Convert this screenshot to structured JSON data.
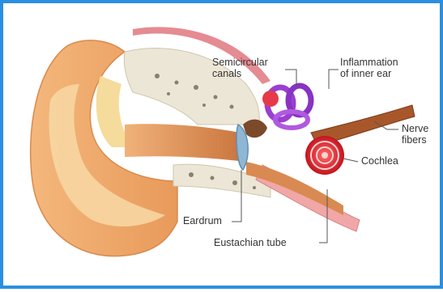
{
  "labels": {
    "semicircular_canals_line1": "Semicircular",
    "semicircular_canals_line2": "canals",
    "inflammation_line1": "Inflammation",
    "inflammation_line2": "of inner ear",
    "nerve_line1": "Nerve",
    "nerve_line2": "fibers",
    "cochlea": "Cochlea",
    "eardrum": "Eardrum",
    "eustachian_tube": "Eustachian tube"
  },
  "colors": {
    "frame_border": "#2a8fe0",
    "skin": "#f2b176",
    "cartilage": "#f6e0a0",
    "bone": "#ece6d6",
    "canal": "#e09a62",
    "cochlea": "#e8232f",
    "semicircular": "#9a3fd0",
    "nerve": "#a8572a",
    "eardrum": "#8fb7d4"
  }
}
